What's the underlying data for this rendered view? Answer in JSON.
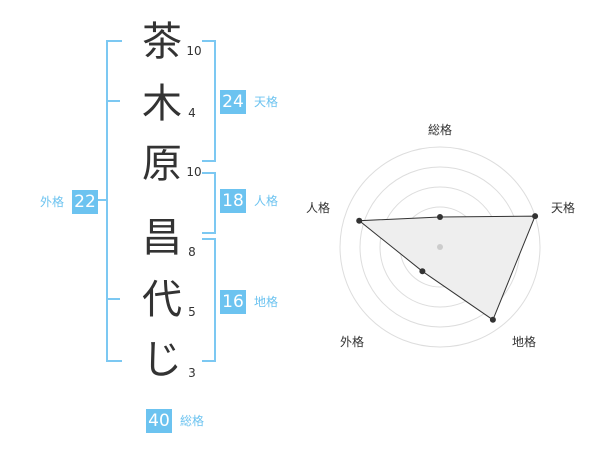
{
  "name_chars": [
    {
      "char": "茶",
      "strokes": "10"
    },
    {
      "char": "木",
      "strokes": "4"
    },
    {
      "char": "原",
      "strokes": "10"
    },
    {
      "char": "昌",
      "strokes": "8"
    },
    {
      "char": "代",
      "strokes": "5"
    },
    {
      "char": "じ",
      "strokes": "3"
    }
  ],
  "kaku": {
    "tenkaku": {
      "value": "24",
      "label": "天格"
    },
    "jinkaku": {
      "value": "18",
      "label": "人格"
    },
    "chikaku": {
      "value": "16",
      "label": "地格"
    },
    "gaikaku": {
      "value": "22",
      "label": "外格"
    },
    "soukaku": {
      "value": "40",
      "label": "総格"
    }
  },
  "chart_data": {
    "type": "radar",
    "axes": [
      "総格",
      "天格",
      "地格",
      "外格",
      "人格"
    ],
    "values": [
      0.3,
      1.0,
      0.9,
      0.3,
      0.85
    ],
    "rings": 5,
    "colors": {
      "fill": "#eeeeee",
      "stroke": "#333333",
      "ring": "#dddddd",
      "accent": "#6cc3f0"
    }
  }
}
